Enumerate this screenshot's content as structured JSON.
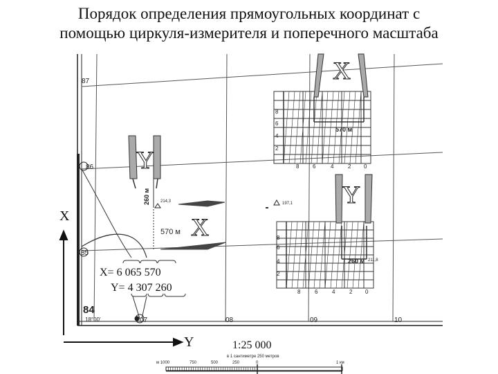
{
  "title": {
    "line1": "Порядок определения прямоугольных координат с",
    "line2": "помощью циркуля-измерителя и поперечного масштаба"
  },
  "grid_labels": {
    "row_87": "87",
    "row_86": "86",
    "row_85": "85",
    "row_84": "84",
    "col_07": "07",
    "col_08": "08",
    "col_09": "09",
    "col_10": "10",
    "corner": "18°00'"
  },
  "axes": {
    "x_axis": "X",
    "y_axis": "Y"
  },
  "markers": {
    "x_top": "X",
    "y_left": "Y",
    "x_mid": "X",
    "y_right": "Y"
  },
  "measurements": {
    "m260_vertical": "260 м",
    "m570_mid": "570 м",
    "m570_top": "570 м",
    "m260_bottom": "260 м"
  },
  "elevations": {
    "e214": "214,3",
    "e197": "197,1",
    "e211": "211,8"
  },
  "coordinates": {
    "x_line": "X= 6 065 570",
    "y_line": "Y= 4 307 260"
  },
  "scale": {
    "ratio": "1:25 000",
    "caption": "в 1 сантиметре 250 метров",
    "ticks": [
      "м 1000",
      "750",
      "500",
      "250",
      "0",
      "1 км"
    ]
  },
  "transverse_scale": {
    "row_labels": [
      "8",
      "6",
      "4",
      "2"
    ],
    "col_labels": [
      "8",
      "6",
      "4",
      "2",
      "0"
    ]
  }
}
